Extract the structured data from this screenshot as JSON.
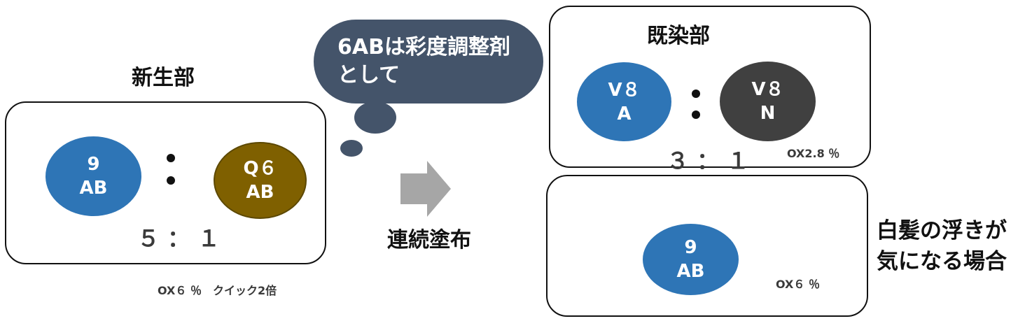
{
  "left_group": {
    "heading": "新生部",
    "oval_1": {
      "line1": "9",
      "line2": "AB",
      "color": "#2e75b6"
    },
    "oval_2": {
      "line1": "Q６",
      "line2": "AB",
      "color": "#7f6000"
    },
    "ratio": "５ ： １",
    "note": "OX６ ％　クイック2倍"
  },
  "callout": {
    "line1": "6ABは彩度調整剤",
    "line2": "として",
    "color": "#44546a"
  },
  "arrow": {
    "label": "連続塗布",
    "color": "#a6a6a6"
  },
  "right_top": {
    "heading": "既染部",
    "oval_1": {
      "line1": "V８",
      "line2": "A",
      "color": "#2e75b6"
    },
    "oval_2": {
      "line1": "V８",
      "line2": "N",
      "color": "#404040"
    },
    "ratio": "３ ： １",
    "note": "OX2.8 ％"
  },
  "right_bottom": {
    "oval": {
      "line1": "9",
      "line2": "AB",
      "color": "#2e75b6"
    },
    "note": "OX６ ％"
  },
  "side_label": {
    "line1": "白髪の浮きが",
    "line2": "気になる場合"
  }
}
